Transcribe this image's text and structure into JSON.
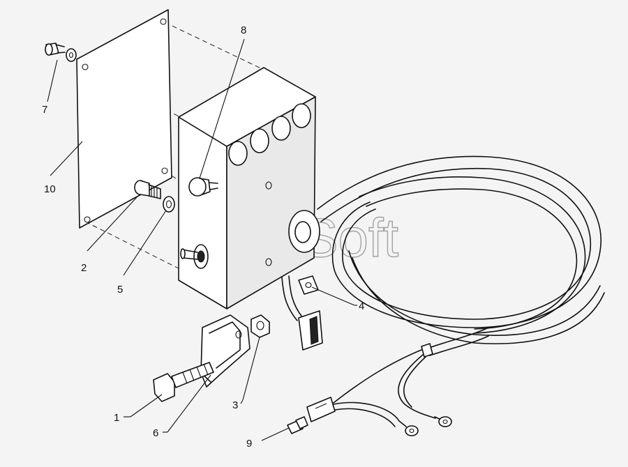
{
  "watermark": "AutoSoft",
  "callouts": [
    {
      "id": "1",
      "label": "1"
    },
    {
      "id": "2",
      "label": "2"
    },
    {
      "id": "3",
      "label": "3"
    },
    {
      "id": "4",
      "label": "4"
    },
    {
      "id": "5",
      "label": "5"
    },
    {
      "id": "6",
      "label": "6"
    },
    {
      "id": "7",
      "label": "7"
    },
    {
      "id": "8",
      "label": "8"
    },
    {
      "id": "9",
      "label": "9"
    },
    {
      "id": "10",
      "label": "10"
    }
  ],
  "parts": [
    {
      "name": "cover-plate"
    },
    {
      "name": "junction-box"
    },
    {
      "name": "wiring-harness"
    },
    {
      "name": "mounting-bracket"
    },
    {
      "name": "bolt"
    },
    {
      "name": "nut"
    },
    {
      "name": "screw"
    },
    {
      "name": "washer"
    },
    {
      "name": "lock-washer"
    },
    {
      "name": "toggle-switch"
    },
    {
      "name": "fuse"
    }
  ]
}
